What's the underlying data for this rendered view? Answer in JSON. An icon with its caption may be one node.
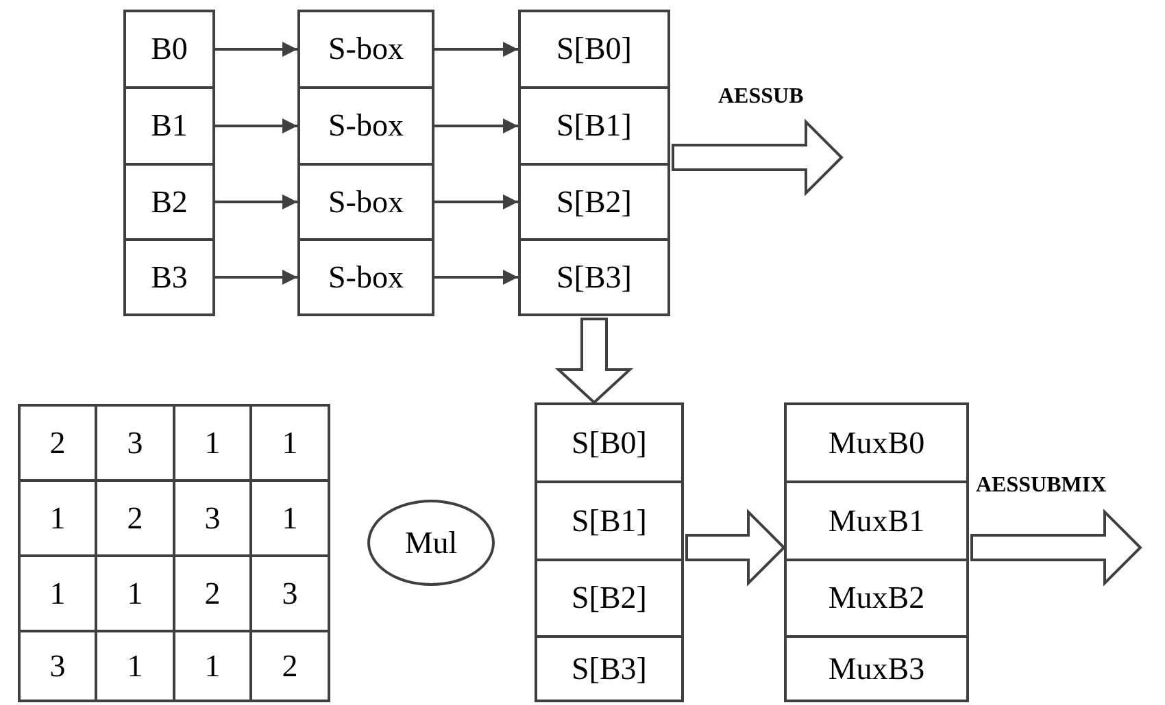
{
  "diagram": {
    "nodes": [
      {
        "text": [
          "B0"
        ]
      },
      {
        "text": [
          "S-box"
        ]
      },
      {
        "text": [
          "S[B0]"
        ]
      },
      {
        "text": [
          "B1"
        ]
      },
      {
        "text": [
          "S-box"
        ]
      },
      {
        "text": [
          "S[B1]"
        ]
      },
      {
        "text": [
          "B2"
        ]
      },
      {
        "text": [
          "S-box"
        ]
      },
      {
        "text": [
          "S[B2]"
        ]
      },
      {
        "text": [
          "B3"
        ]
      },
      {
        "text": [
          "S-box"
        ]
      },
      {
        "text": [
          "S[B3]"
        ]
      },
      {
        "text": [
          "Mul"
        ]
      },
      {
        "text": [
          "S[B0]"
        ]
      },
      {
        "text": [
          "S[B1]"
        ]
      },
      {
        "text": [
          "S[B2]"
        ]
      },
      {
        "text": [
          "S[B3]"
        ]
      },
      {
        "text": [
          "MuxB0"
        ]
      },
      {
        "text": [
          "MuxB1"
        ]
      },
      {
        "text": [
          "MuxB2"
        ]
      },
      {
        "text": [
          "MuxB3"
        ]
      }
    ],
    "edges": [
      {
        "from": 0,
        "to": 1,
        "arrow": "to"
      },
      {
        "from": 1,
        "to": 2,
        "arrow": "to"
      },
      {
        "from": 3,
        "to": 4,
        "arrow": "to"
      },
      {
        "from": 4,
        "to": 5,
        "arrow": "to"
      },
      {
        "from": 6,
        "to": 7,
        "arrow": "to"
      },
      {
        "from": 7,
        "to": 8,
        "arrow": "to"
      },
      {
        "from": 9,
        "to": 10,
        "arrow": "to"
      },
      {
        "from": 10,
        "to": 11,
        "arrow": "to"
      },
      {
        "from": 5,
        "to": null,
        "arrow": "to",
        "style": "thick"
      },
      {
        "from": 11,
        "to": 13,
        "arrow": "to",
        "style": "thick"
      },
      {
        "from": 14,
        "to": 18,
        "arrow": "to",
        "style": "thick"
      },
      {
        "from": 18,
        "to": null,
        "arrow": "to",
        "style": "thick"
      }
    ],
    "labels": [
      "AESSUB",
      "2",
      "3",
      "1",
      "1",
      "1",
      "2",
      "3",
      "1",
      "1",
      "1",
      "2",
      "3",
      "3",
      "1",
      "1",
      "2",
      "AESSUBMIX"
    ]
  }
}
